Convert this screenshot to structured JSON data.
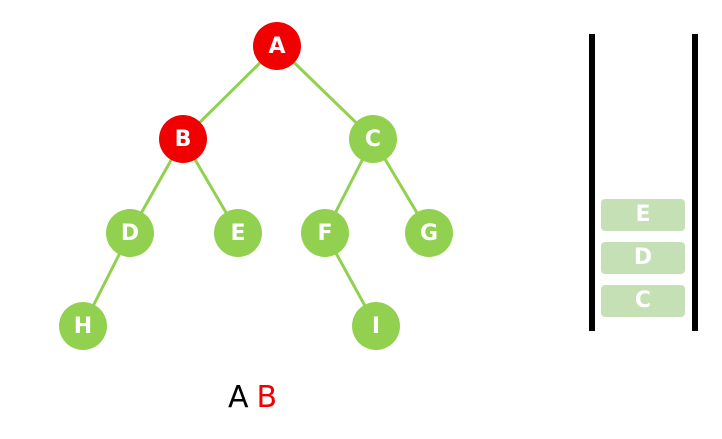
{
  "colors": {
    "visited": "#f00000",
    "unvisited": "#92d050",
    "edge": "#92d050",
    "stack_item": "#c5e0b4",
    "output_default": "#000000"
  },
  "tree": {
    "nodes": [
      {
        "id": "A",
        "label": "A",
        "state": "visited"
      },
      {
        "id": "B",
        "label": "B",
        "state": "visited"
      },
      {
        "id": "C",
        "label": "C",
        "state": "unvisited"
      },
      {
        "id": "D",
        "label": "D",
        "state": "unvisited"
      },
      {
        "id": "E",
        "label": "E",
        "state": "unvisited"
      },
      {
        "id": "F",
        "label": "F",
        "state": "unvisited"
      },
      {
        "id": "G",
        "label": "G",
        "state": "unvisited"
      },
      {
        "id": "H",
        "label": "H",
        "state": "unvisited"
      },
      {
        "id": "I",
        "label": "I",
        "state": "unvisited"
      }
    ],
    "edges": [
      {
        "from": "A",
        "to": "B"
      },
      {
        "from": "A",
        "to": "C"
      },
      {
        "from": "B",
        "to": "D"
      },
      {
        "from": "B",
        "to": "E"
      },
      {
        "from": "C",
        "to": "F"
      },
      {
        "from": "C",
        "to": "G"
      },
      {
        "from": "D",
        "to": "H"
      },
      {
        "from": "F",
        "to": "I"
      }
    ]
  },
  "stack": {
    "items_top_to_bottom": [
      "E",
      "D",
      "C"
    ]
  },
  "output": [
    {
      "text": "A",
      "color": "#000000"
    },
    {
      "text": "B",
      "color": "#f00000"
    }
  ]
}
